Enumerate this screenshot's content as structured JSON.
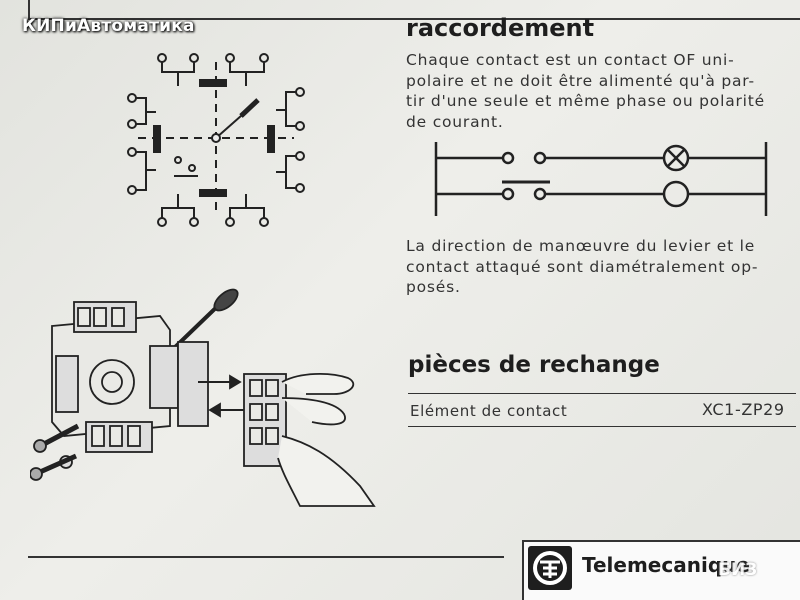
{
  "watermark": "КИПиАвтоматика",
  "section1": {
    "title": "raccordement",
    "paragraph1_lines": [
      "Chaque contact est un contact OF uni-",
      "polaire et ne doit être alimenté qu'à par-",
      "tir d'une seule et même phase ou polarité",
      "de courant."
    ],
    "paragraph2_lines": [
      "La direction de manœuvre du levier et le",
      "contact attaqué sont diamétralement op-",
      "posés."
    ]
  },
  "section2": {
    "title": "pièces de rechange",
    "part_name": "Elément de contact",
    "part_ref": "XC1-ZP29"
  },
  "brand": {
    "name": "Telemecanique",
    "bottom_watermark": "БИЗ"
  },
  "colors": {
    "paper": "#e6e6e1",
    "ink": "#2a2a2a"
  },
  "icons": [
    "contact-diagram-icon",
    "wiring-diagram-icon",
    "switch-assembly-illustration",
    "telemecanique-logo-icon"
  ]
}
